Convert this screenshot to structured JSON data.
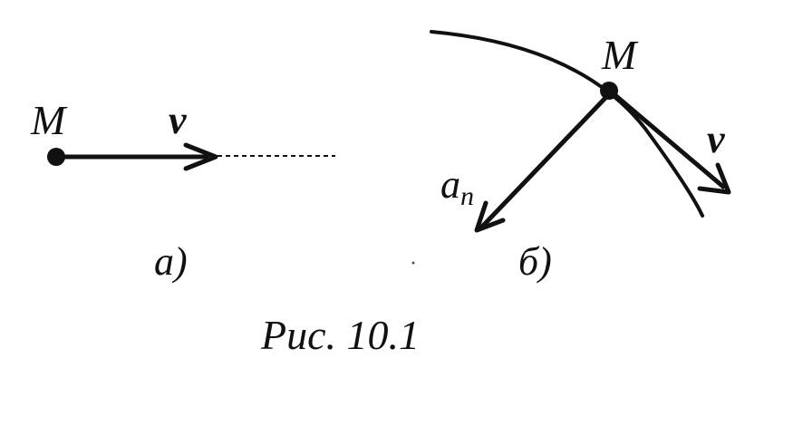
{
  "panel_a": {
    "point_label": "M",
    "vector_label": "v",
    "caption": "а)"
  },
  "panel_b": {
    "point_label": "M",
    "velocity_label": "v",
    "acceleration_label_base": "a",
    "acceleration_label_sub": "n",
    "caption": "б)"
  },
  "figure_caption": "Рис. 10.1",
  "colors": {
    "ink": "#111111",
    "background": "#ffffff"
  }
}
